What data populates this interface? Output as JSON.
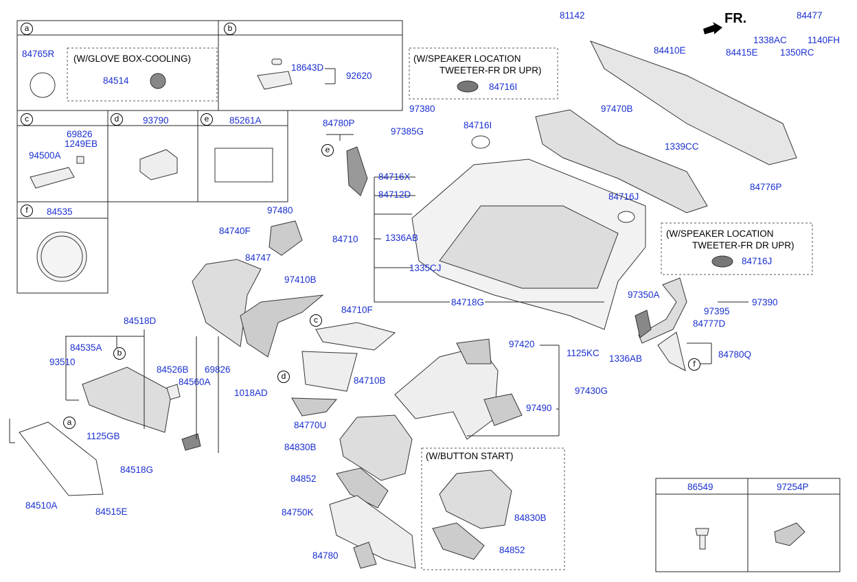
{
  "front_label": "FR.",
  "part_numbers": {
    "p84765R": "84765R",
    "p84514": "84514",
    "p18643D": "18643D",
    "p92620": "92620",
    "p69826a": "69826",
    "p1249EB": "1249EB",
    "p94500A": "94500A",
    "p93790": "93790",
    "p85261A": "85261A",
    "p84535": "84535",
    "p81142": "81142",
    "p84477": "84477",
    "p84410E": "84410E",
    "p1338AC": "1338AC",
    "p1140FH": "1140FH",
    "p84415E": "84415E",
    "p1350RC": "1350RC",
    "p1339CC": "1339CC",
    "p84776P": "84776P",
    "p84716I_top": "84716I",
    "p84716I_mid": "84716I",
    "p97380": "97380",
    "p97385G": "97385G",
    "p97470B": "97470B",
    "p84780P": "84780P",
    "p84716X": "84716X",
    "p84712D": "84712D",
    "p84716J": "84716J",
    "p84716J_box": "84716J",
    "p84710": "84710",
    "p1336AB": "1336AB",
    "p1335CJ": "1335CJ",
    "p84718G": "84718G",
    "p97480": "97480",
    "p84740F": "84740F",
    "p84747": "84747",
    "p97410B": "97410B",
    "p84710F": "84710F",
    "p97350A": "97350A",
    "p97395": "97395",
    "p97390": "97390",
    "p84777D": "84777D",
    "p1125KC": "1125KC",
    "p1336AB_b": "1336AB",
    "p84780Q": "84780Q",
    "p84518D": "84518D",
    "p84535A": "84535A",
    "p93510": "93510",
    "p84526B": "84526B",
    "p84560A": "84560A",
    "p69826b": "69826",
    "p1125GB": "1125GB",
    "p84518G": "84518G",
    "p84510A": "84510A",
    "p84515E": "84515E",
    "p1018AD": "1018AD",
    "p84710B": "84710B",
    "p84770U": "84770U",
    "p97420": "97420",
    "p97430G": "97430G",
    "p97490": "97490",
    "p84830B": "84830B",
    "p84852": "84852",
    "p84750K": "84750K",
    "p84780": "84780",
    "p84830B_b": "84830B",
    "p84852_b": "84852",
    "p86549": "86549",
    "p97254P": "97254P"
  },
  "notes": {
    "glove_cooling": "(W/GLOVE BOX-COOLING)",
    "speaker_top_1": "(W/SPEAKER LOCATION",
    "speaker_top_2": "TWEETER-FR DR UPR)",
    "speaker_right_1": "(W/SPEAKER LOCATION",
    "speaker_right_2": "TWEETER-FR DR UPR)",
    "button_start": "(W/BUTTON START)"
  },
  "callouts": [
    "a",
    "b",
    "c",
    "d",
    "e",
    "f"
  ]
}
